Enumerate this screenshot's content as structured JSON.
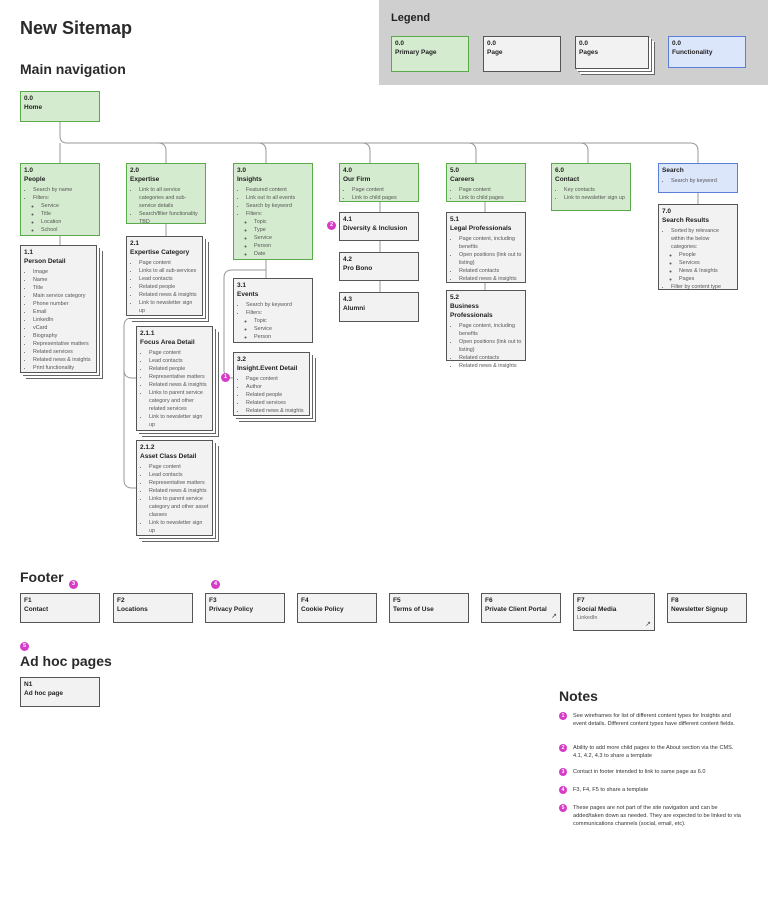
{
  "title": "New Sitemap",
  "sections": {
    "main_nav": "Main navigation",
    "footer": "Footer",
    "adhoc": "Ad hoc pages",
    "notes": "Notes"
  },
  "legend": {
    "title": "Legend",
    "items": [
      {
        "num": "0.0",
        "name": "Primary Page"
      },
      {
        "num": "0.0",
        "name": "Page"
      },
      {
        "num": "0.0",
        "name": "Pages"
      },
      {
        "num": "0.0",
        "name": "Functionality"
      }
    ]
  },
  "home": {
    "num": "0.0",
    "name": "Home"
  },
  "people": {
    "num": "1.0",
    "name": "People",
    "bullets": [
      "Search by name",
      "Filters:"
    ],
    "filters": [
      "Service",
      "Title",
      "Location",
      "School"
    ]
  },
  "person_detail": {
    "num": "1.1",
    "name": "Person Detail",
    "bullets": [
      "Image",
      "Name",
      "Title",
      "Main service category",
      "Phone number",
      "Email",
      "LinkedIn",
      "vCard",
      "Biography",
      "Representative matters",
      "Related services",
      "Related news & insights",
      "Print functionality"
    ]
  },
  "expertise": {
    "num": "2.0",
    "name": "Expertise",
    "bullets": [
      "Link to all service categories and sub-service details",
      "Search/filter functionality TBD"
    ]
  },
  "expertise_category": {
    "num": "2.1",
    "name": "Expertise Category",
    "bullets": [
      "Page content",
      "Links to all sub-services",
      "Lead contacts",
      "Related people",
      "Related news & insights",
      "Link to newsletter sign up"
    ]
  },
  "focus_area": {
    "num": "2.1.1",
    "name": "Focus Area Detail",
    "bullets": [
      "Page content",
      "Lead contacts",
      "Related people",
      "Representative matters",
      "Related news & insights",
      "Links to parent service category and other related services",
      "Link to newsletter sign up"
    ]
  },
  "asset_class": {
    "num": "2.1.2",
    "name": "Asset Class Detail",
    "bullets": [
      "Page content",
      "Lead contacts",
      "Representative matters",
      "Related news & insights",
      "Links to parent service category and other asset classes",
      "Link to newsletter sign up"
    ]
  },
  "insights": {
    "num": "3.0",
    "name": "Insights",
    "bullets": [
      "Featured content",
      "Link out to all events",
      "Search by keyword",
      "Filters:"
    ],
    "filters": [
      "Topic",
      "Type",
      "Service",
      "Person",
      "Date"
    ]
  },
  "events": {
    "num": "3.1",
    "name": "Events",
    "bullets": [
      "Search by keyword",
      "Filters:"
    ],
    "filters": [
      "Topic",
      "Service",
      "Person"
    ]
  },
  "insight_event": {
    "num": "3.2",
    "name": "Insight.Event Detail",
    "bullets": [
      "Page content",
      "Author",
      "Related people",
      "Related services",
      "Related news & insights"
    ]
  },
  "our_firm": {
    "num": "4.0",
    "name": "Our Firm",
    "bullets": [
      "Page content",
      "Link to child pages"
    ]
  },
  "diversity": {
    "num": "4.1",
    "name": "Diversity & Inclusion"
  },
  "pro_bono": {
    "num": "4.2",
    "name": "Pro Bono"
  },
  "alumni": {
    "num": "4.3",
    "name": "Alumni"
  },
  "careers": {
    "num": "5.0",
    "name": "Careers",
    "bullets": [
      "Page content",
      "Link to child pages"
    ]
  },
  "legal_pro": {
    "num": "5.1",
    "name": "Legal Professionals",
    "bullets": [
      "Page content, including benefits",
      "Open positions (link out to listing)",
      "Related contacts",
      "Related news & insights"
    ]
  },
  "business_pro": {
    "num": "5.2",
    "name": "Business Professionals",
    "bullets": [
      "Page content, including benefits",
      "Open positions (link out to listing)",
      "Related contacts",
      "Related news & insights"
    ]
  },
  "contact": {
    "num": "6.0",
    "name": "Contact",
    "bullets": [
      "Key contacts",
      "Link to newsletter sign up"
    ]
  },
  "search": {
    "num": "",
    "name": "Search",
    "bullets": [
      "Search by keyword"
    ]
  },
  "search_results": {
    "num": "7.0",
    "name": "Search Results",
    "bullets": [
      "Sorted by relevance within the below categories:",
      "Filter by content type"
    ],
    "cats": [
      "People",
      "Services",
      "News & Insights",
      "Pages"
    ]
  },
  "footer_items": [
    {
      "num": "F1",
      "name": "Contact",
      "sub": ""
    },
    {
      "num": "F2",
      "name": "Locations",
      "sub": ""
    },
    {
      "num": "F3",
      "name": "Privacy Policy",
      "sub": ""
    },
    {
      "num": "F4",
      "name": "Cookie Policy",
      "sub": ""
    },
    {
      "num": "F5",
      "name": "Terms of Use",
      "sub": ""
    },
    {
      "num": "F6",
      "name": "Private Client Portal",
      "sub": ""
    },
    {
      "num": "F7",
      "name": "Social Media",
      "sub": "LinkedIn"
    },
    {
      "num": "F8",
      "name": "Newsletter Signup",
      "sub": ""
    }
  ],
  "adhoc": {
    "num": "N1",
    "name": "Ad hoc page"
  },
  "badges": [
    "1",
    "2",
    "3",
    "4",
    "5"
  ],
  "notes": [
    {
      "n": "1",
      "text": "See wireframes for list of different content types for Insights and event details. Different content types have different content fields."
    },
    {
      "n": "2",
      "text": "Ability to add more child pages to the About section via the CMS. 4.1, 4.2, 4.3 to share a template"
    },
    {
      "n": "3",
      "text": "Contact in footer intended to link to same page as 6.0"
    },
    {
      "n": "4",
      "text": "F3, F4, F5 to share a template"
    },
    {
      "n": "5",
      "text": "These pages are not part of the site navigation and can be added/taken down as needed. They are expected to be linked to via communications channels (social, email, etc)."
    }
  ],
  "colors": {
    "primary_fill": "#d5ebcf",
    "primary_border": "#5aaa4a",
    "func_fill": "#dbe6fb",
    "func_border": "#5b7fd6",
    "badge": "#d63cc8",
    "legend_bg": "#cfcfcf"
  },
  "icons": {
    "external_link": "external-link-icon"
  }
}
